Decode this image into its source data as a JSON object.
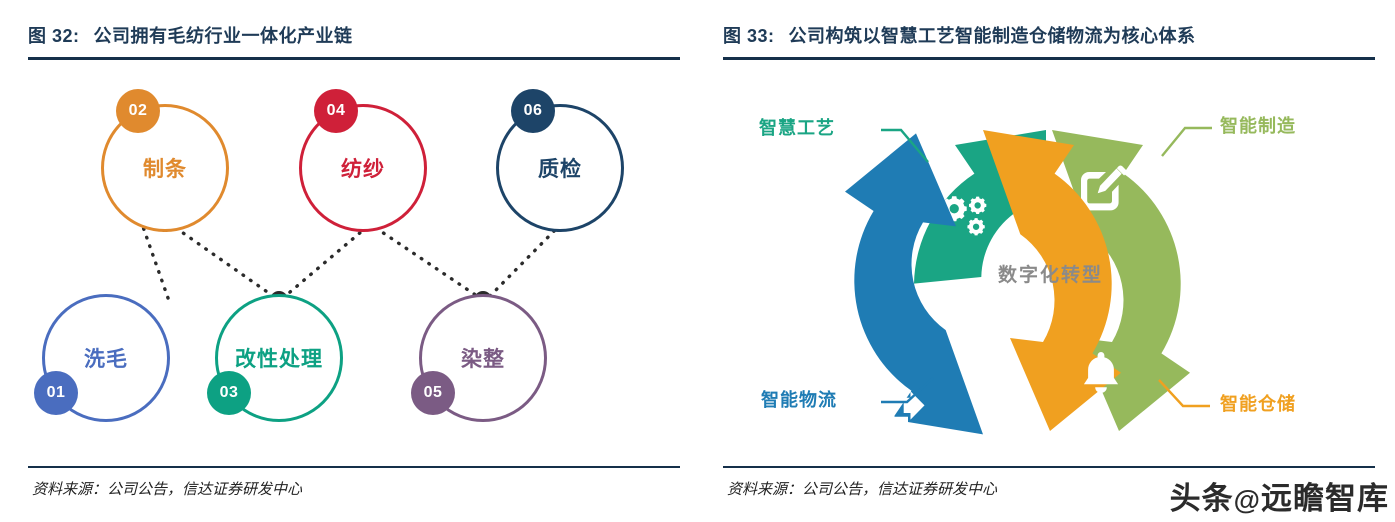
{
  "left_panel": {
    "figure_number": "图 32:",
    "title": "公司拥有毛纺行业一体化产业链",
    "source": "资料来源：公司公告，信达证券研发中心",
    "chart_data": {
      "type": "diagram",
      "title": "公司拥有毛纺行业一体化产业链",
      "layout": "zigzag chain of six circles connected by dotted lines",
      "nodes": [
        {
          "number": "01",
          "label": "洗毛",
          "color": "#4a6dbf",
          "row": "bottom"
        },
        {
          "number": "02",
          "label": "制条",
          "color": "#e08a2e",
          "row": "top"
        },
        {
          "number": "03",
          "label": "改性处理",
          "color": "#0da183",
          "row": "bottom"
        },
        {
          "number": "04",
          "label": "纺纱",
          "color": "#cf2039",
          "row": "top"
        },
        {
          "number": "05",
          "label": "染整",
          "color": "#7b5b84",
          "row": "bottom"
        },
        {
          "number": "06",
          "label": "质检",
          "color": "#1d4468",
          "row": "top"
        }
      ],
      "connector_color": "#2b2b2b"
    }
  },
  "right_panel": {
    "figure_number": "图 33:",
    "title": "公司构筑以智慧工艺智能制造仓储物流为核心体系",
    "source": "资料来源：公司公告，信达证券研发中心",
    "chart_data": {
      "type": "diagram",
      "title": "公司构筑以智慧工艺智能制造仓储物流为核心体系",
      "layout": "four-segment circular arrow cycle, clockwise",
      "center_label": "数字化转型",
      "center_label_color": "#8a8a8a",
      "segments": [
        {
          "label": "智慧工艺",
          "color": "#1aa584",
          "icon": "gears-icon",
          "position": "top-left",
          "direction": "clockwise"
        },
        {
          "label": "智能制造",
          "color": "#96b95c",
          "icon": "edit-icon",
          "position": "top-right",
          "direction": "clockwise"
        },
        {
          "label": "智能仓储",
          "color": "#f0a020",
          "icon": "bell-icon",
          "position": "bottom-right",
          "direction": "clockwise"
        },
        {
          "label": "智能物流",
          "color": "#1f7cb4",
          "icon": "exit-icon",
          "position": "bottom-left",
          "direction": "clockwise"
        }
      ]
    }
  },
  "watermark": {
    "prefix": "头条",
    "at": "@",
    "name": "远瞻智库"
  }
}
